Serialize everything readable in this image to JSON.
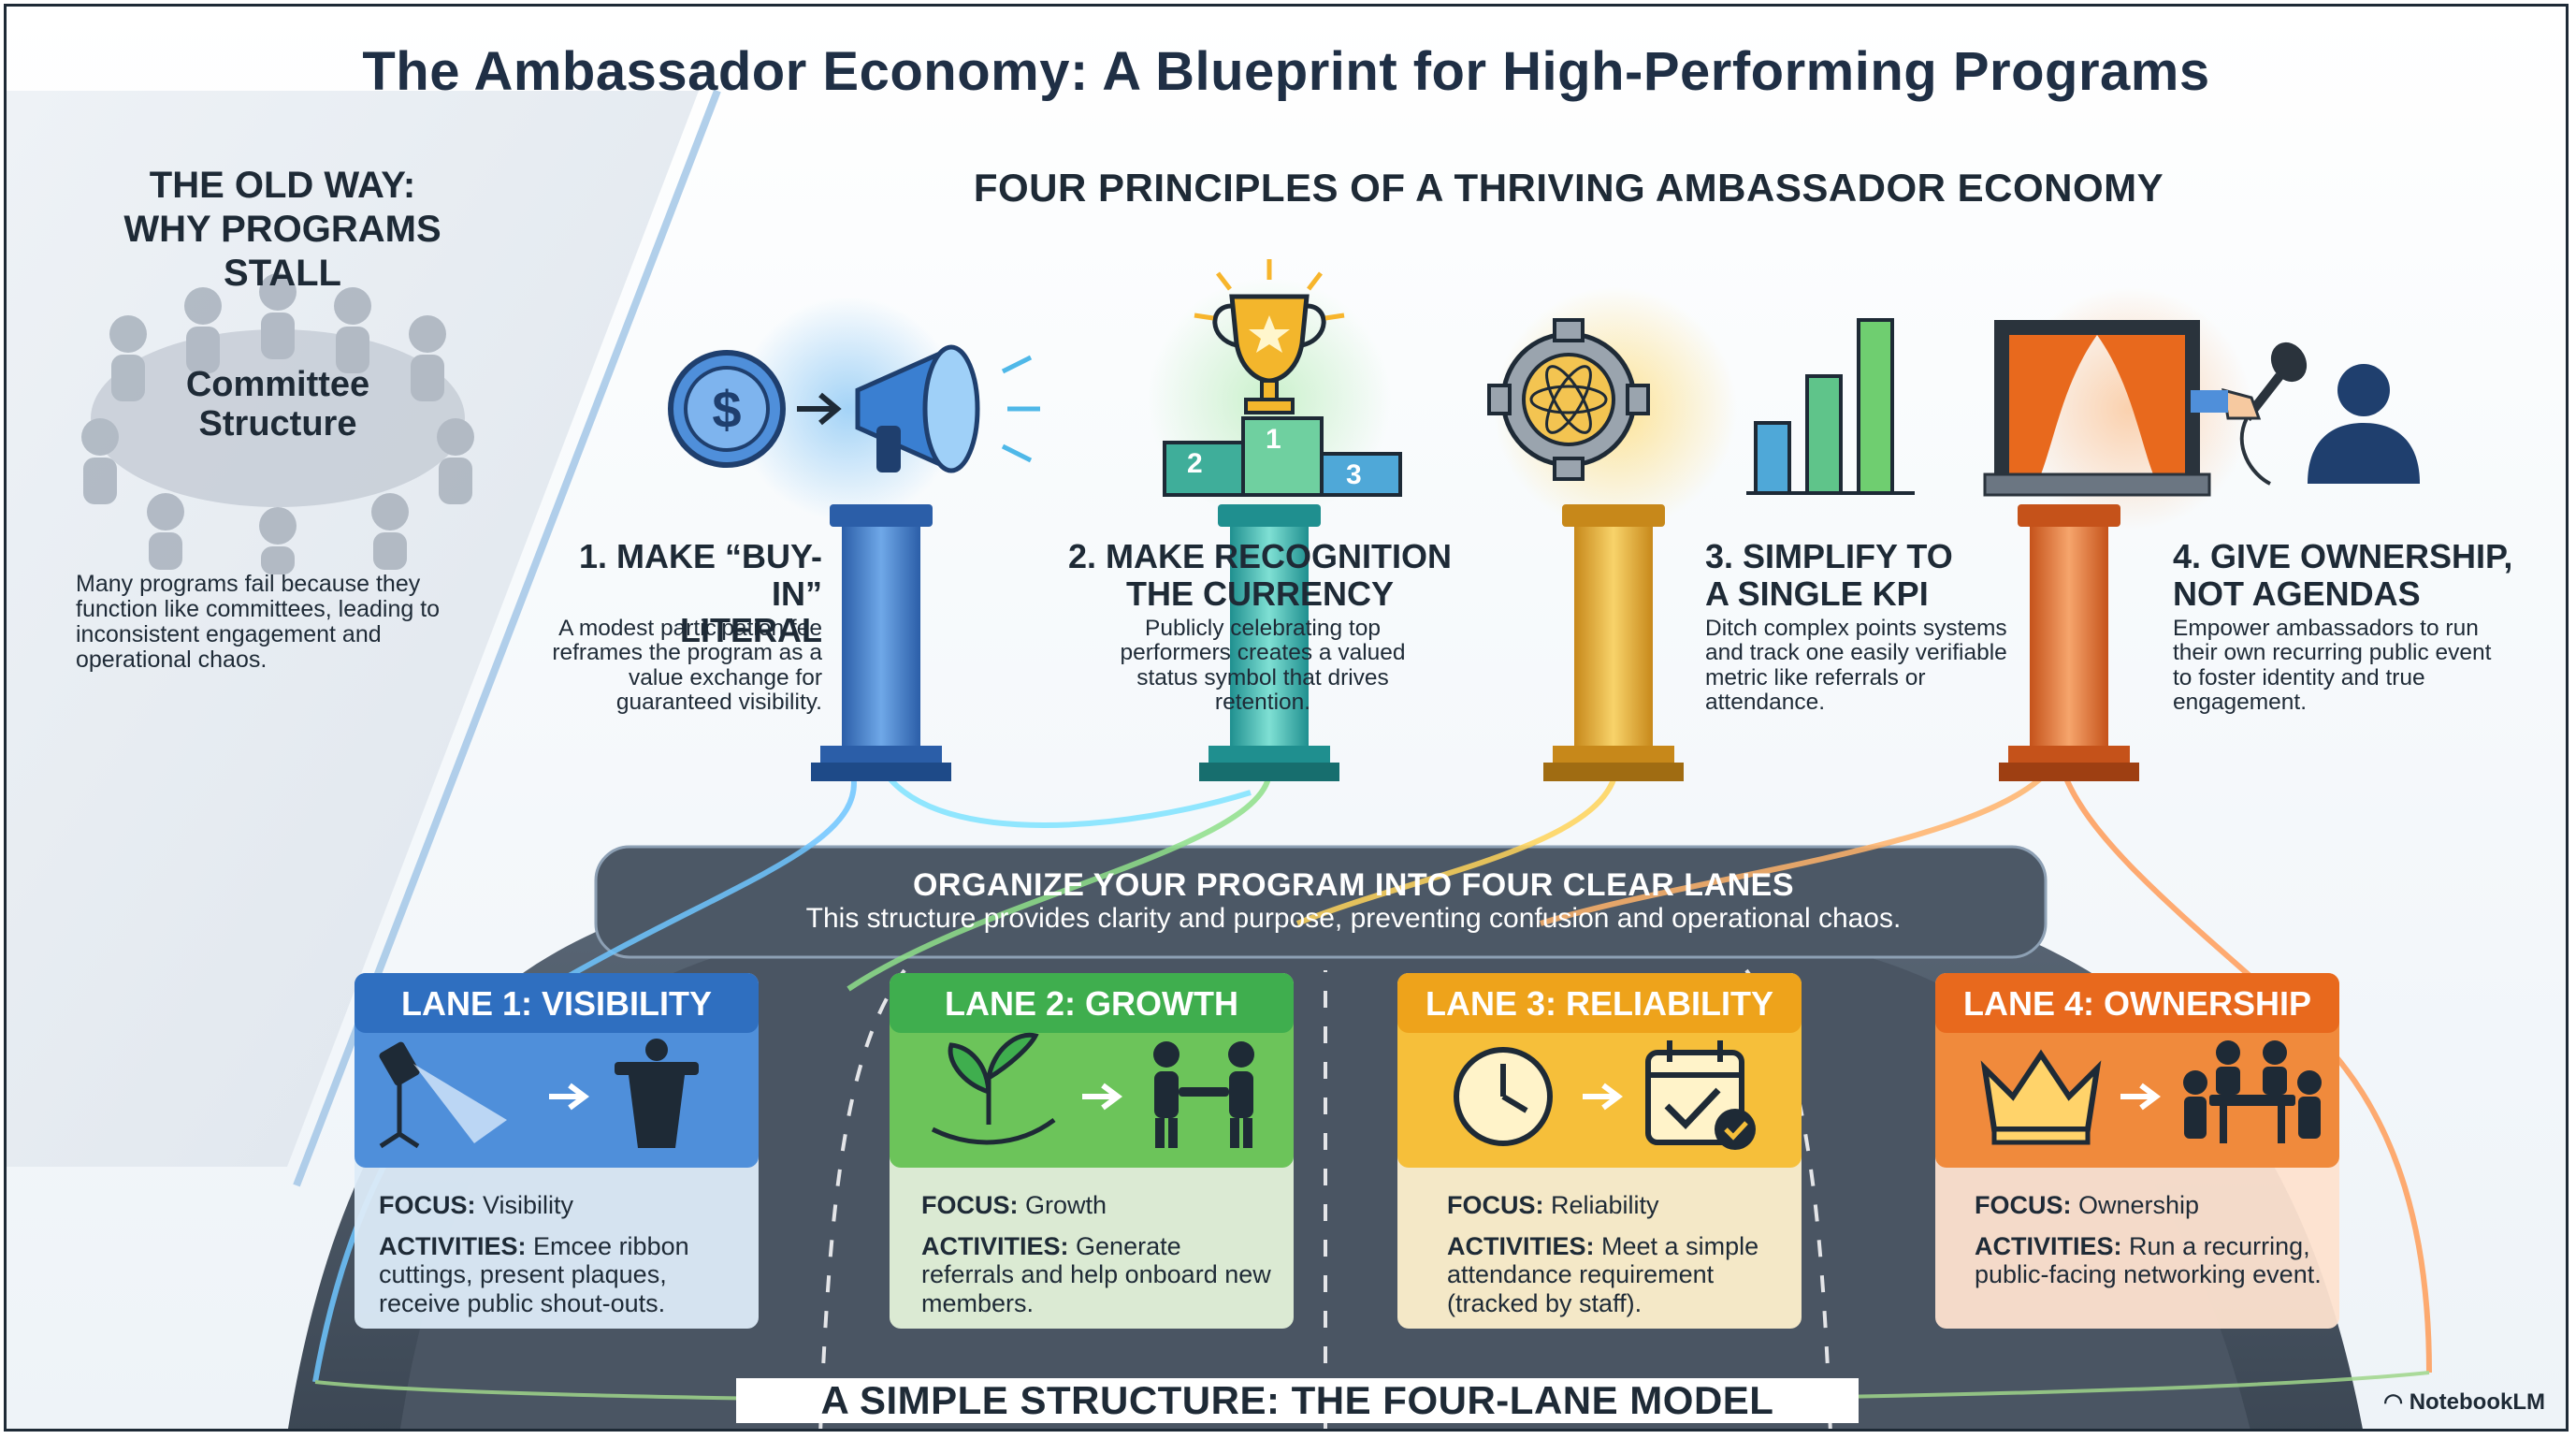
{
  "title": "The Ambassador Economy: A Blueprint for High-Performing Programs",
  "old_way": {
    "title_line1": "THE OLD WAY:",
    "title_line2": "WHY PROGRAMS STALL",
    "committee_line1": "Committee",
    "committee_line2": "Structure",
    "description": "Many programs fail because they function like committees, leading to inconsistent engagement and operational chaos."
  },
  "principles": {
    "heading": "FOUR PRINCIPLES OF A THRIVING AMBASSADOR ECONOMY",
    "items": [
      {
        "title_line1": "1. MAKE “BUY-IN”",
        "title_line2": "LITERAL",
        "body": "A modest participation fee reframes the program as a value exchange for guaranteed visibility.",
        "color": "#3a7fd1"
      },
      {
        "title_line1": "2. MAKE RECOGNITION",
        "title_line2": "THE CURRENCY",
        "body": "Publicly celebrating top performers creates a valued status symbol that drives retention.",
        "color": "#2bb3b8",
        "podium": [
          "2",
          "1",
          "3"
        ]
      },
      {
        "title_line1": "3. SIMPLIFY TO",
        "title_line2": "A SINGLE KPI",
        "body": "Ditch complex points systems and track one easily verifiable metric like referrals or attendance.",
        "color": "#e9a21d"
      },
      {
        "title_line1": "4. GIVE OWNERSHIP,",
        "title_line2": "NOT AGENDAS",
        "body": "Empower ambassadors to run their own recurring public event to foster identity and true engagement.",
        "color": "#e2671f"
      }
    ]
  },
  "organize": {
    "title": "ORGANIZE YOUR PROGRAM INTO FOUR CLEAR LANES",
    "subtitle": "This structure provides clarity and purpose, preventing confusion and operational chaos."
  },
  "lanes": [
    {
      "title": "LANE 1: VISIBILITY",
      "focus_label": "FOCUS:",
      "focus": "Visibility",
      "activities_label": "ACTIVITIES:",
      "activities": "Emcee ribbon cuttings, present plaques, receive public shout-outs.",
      "header_color": "#2f6fc0",
      "bg_color": "#dcebf8"
    },
    {
      "title": "LANE 2: GROWTH",
      "focus_label": "FOCUS:",
      "focus": "Growth",
      "activities_label": "ACTIVITIES:",
      "activities": "Generate referrals and help onboard new members.",
      "header_color": "#3fae4e",
      "bg_color": "#e3f2d9"
    },
    {
      "title": "LANE 3: RELIABILITY",
      "focus_label": "FOCUS:",
      "focus": "Reliability",
      "activities_label": "ACTIVITIES:",
      "activities": "Meet a simple attendance requirement (tracked by staff).",
      "header_color": "#eea31b",
      "bg_color": "#fdf0cc"
    },
    {
      "title": "LANE 4: OWNERSHIP",
      "focus_label": "FOCUS:",
      "focus": "Ownership",
      "activities_label": "ACTIVITIES:",
      "activities": "Run a recurring, public-facing networking event.",
      "header_color": "#e8691d",
      "bg_color": "#fde2cf"
    }
  ],
  "footer": {
    "title": "A SIMPLE STRUCTURE: THE FOUR-LANE MODEL",
    "brand": "NotebookLM"
  },
  "icons": [
    "coin-dollar-icon",
    "megaphone-icon",
    "trophy-icon",
    "podium-icon",
    "gear-atom-icon",
    "bar-chart-icon",
    "stage-icon",
    "microphone-icon",
    "person-icon",
    "spotlight-icon",
    "lectern-icon",
    "plant-hand-icon",
    "handshake-icon",
    "clock-icon",
    "calendar-check-icon",
    "crown-icon",
    "meeting-table-icon"
  ]
}
